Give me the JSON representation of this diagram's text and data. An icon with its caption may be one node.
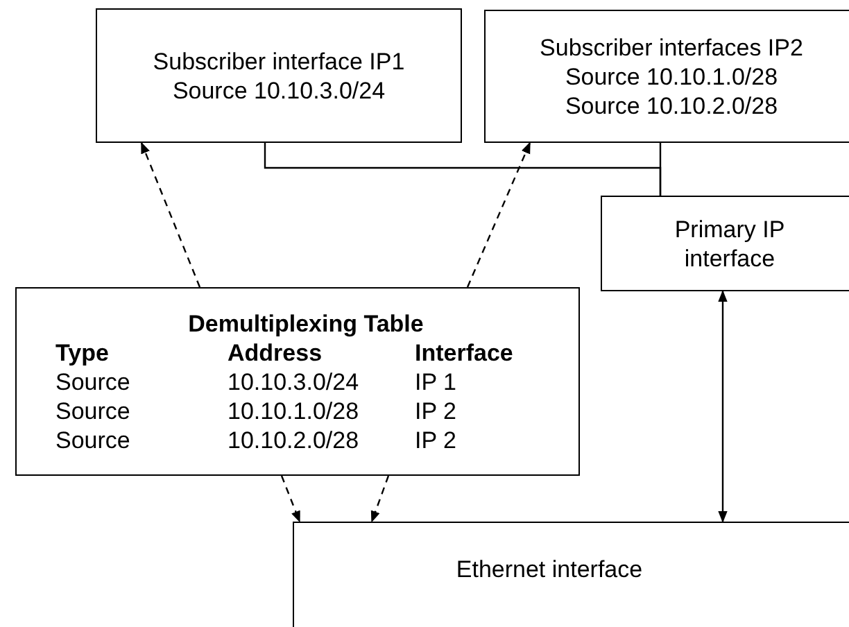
{
  "diagram": {
    "nodes": [
      {
        "text": [
          "Subscriber interface IP1",
          "Source 10.10.3.0/24"
        ]
      },
      {
        "text": [
          "Subscriber interfaces IP2",
          "Source 10.10.1.0/28",
          "Source 10.10.2.0/28"
        ]
      },
      {
        "text": [
          "Primary IP interface"
        ]
      },
      {
        "text": [
          "Demultiplexing Table"
        ]
      },
      {
        "text": [
          "Ethernet interface"
        ]
      }
    ],
    "edges": [
      {
        "from": 3,
        "to": 0,
        "arrow": "to",
        "style": "dashed"
      },
      {
        "from": 3,
        "to": 1,
        "arrow": "to",
        "style": "dashed"
      },
      {
        "from": 3,
        "to": 4,
        "arrow": "to",
        "style": "dashed"
      },
      {
        "from": 3,
        "to": 4,
        "arrow": "to",
        "style": "dashed"
      },
      {
        "from": 0,
        "to": 2,
        "arrow": "none"
      },
      {
        "from": 1,
        "to": 2,
        "arrow": "none"
      },
      {
        "from": 2,
        "to": 4,
        "arrow": "both"
      }
    ],
    "labels": [
      "Type",
      "Address",
      "Interface",
      "Source",
      "10.10.3.0/24",
      "IP 1",
      "Source",
      "10.10.1.0/28",
      "IP 2",
      "Source",
      "10.10.2.0/28",
      "IP 2"
    ]
  }
}
